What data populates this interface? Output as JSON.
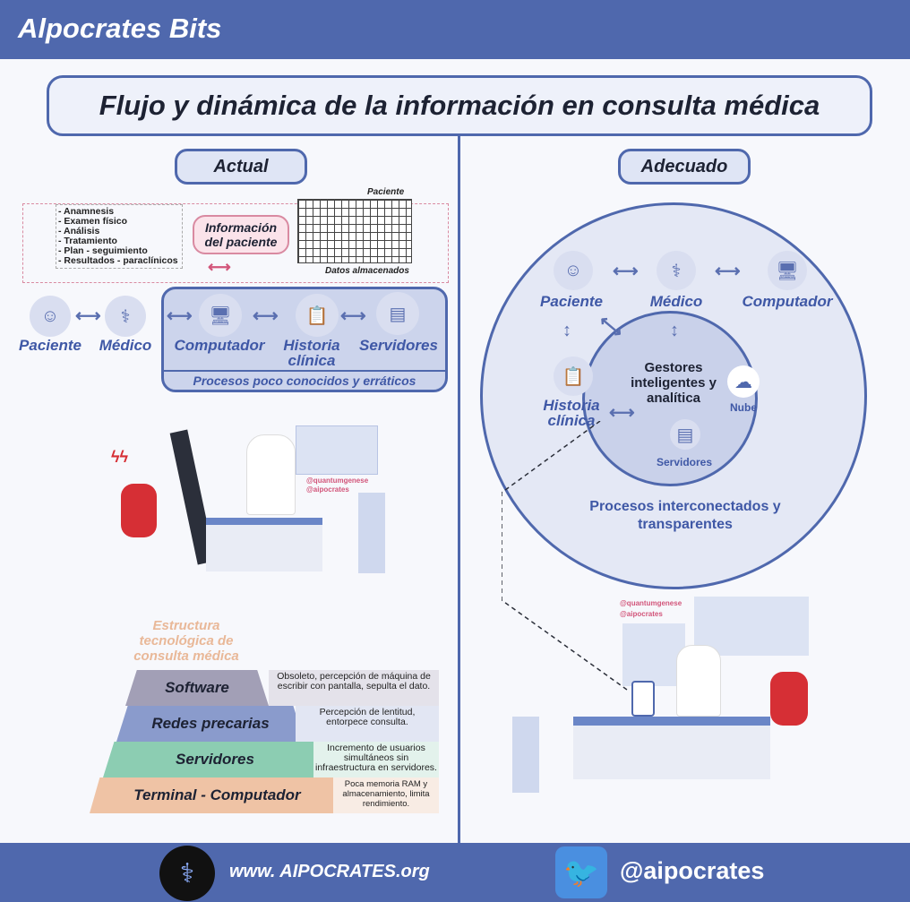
{
  "brand": "Alpocrates Bits",
  "title": "Flujo y dinámica de la información en consulta médica",
  "left": {
    "heading": "Actual",
    "info_list": [
      "- Anamnesis",
      "- Examen físico",
      "- Análisis",
      "- Tratamiento",
      "- Plan - seguimiento",
      "- Resultados - paraclínicos"
    ],
    "info_badge": "Información del paciente",
    "grid_top_label": "Paciente",
    "grid_bottom_label": "Datos almacenados",
    "nodes": {
      "paciente": "Paciente",
      "medico": "Médico",
      "computador": "Computador",
      "historia": "Historia clínica",
      "servidores": "Servidores"
    },
    "process_label": "Procesos poco conocidos y erráticos",
    "handles": [
      "@quantumgenese",
      "@aipocrates"
    ],
    "pyramid_title": "Estructura tecnológica de consulta médica",
    "layers": [
      {
        "name": "Software",
        "desc": "Obsoleto, percepción de máquina de escribir con pantalla, sepulta el dato.",
        "color": "#a29fb6"
      },
      {
        "name": "Redes precarias",
        "desc": "Percepción de lentitud, entorpece consulta.",
        "color": "#8a9bcc"
      },
      {
        "name": "Servidores",
        "desc": "Incremento de usuarios simultáneos sin infraestructura en servidores.",
        "color": "#8ccdb2"
      },
      {
        "name": "Terminal - Computador",
        "desc": "Poca memoria RAM y almacenamiento, limita rendimiento.",
        "color": "#efc3a5"
      }
    ]
  },
  "right": {
    "heading": "Adecuado",
    "nodes": {
      "paciente": "Paciente",
      "medico": "Médico",
      "computador": "Computador",
      "historia": "Historia clínica",
      "gestores": "Gestores inteligentes y analítica",
      "nube": "Nube",
      "servidores": "Servidores"
    },
    "process_label": "Procesos interconectados y transparentes",
    "handles": [
      "@quantumgenese",
      "@aipocrates"
    ]
  },
  "footer": {
    "website": "www. AIPOCRATES.org",
    "twitter": "@aipocrates"
  }
}
